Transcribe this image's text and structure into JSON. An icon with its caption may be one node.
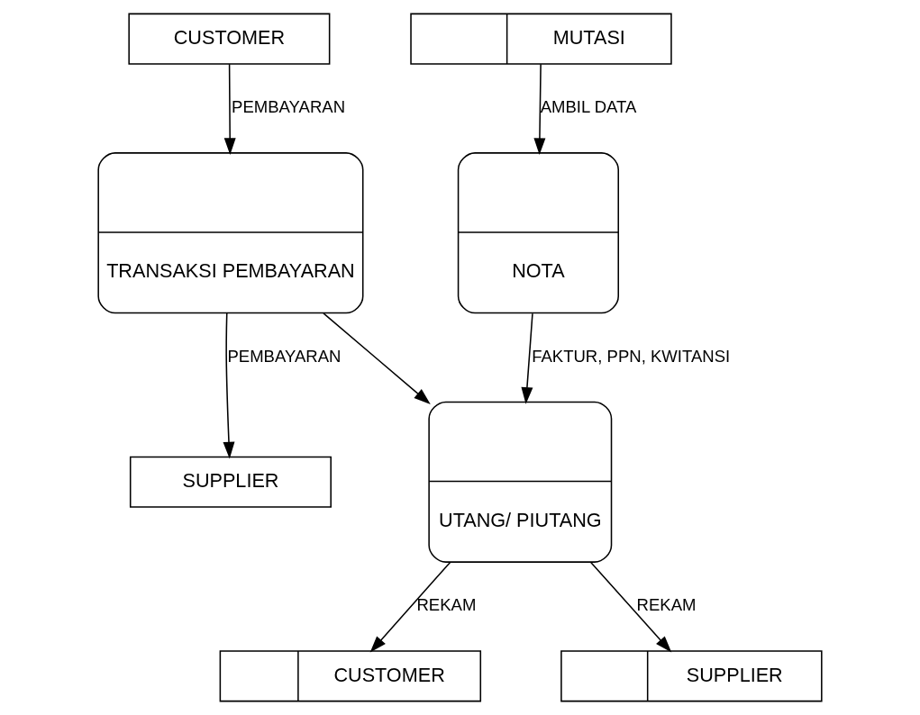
{
  "diagram": {
    "nodes": [
      {
        "text": [
          "CUSTOMER"
        ]
      },
      {
        "text": [
          "SUPPLIER"
        ]
      },
      {
        "text": [
          "TRANSAKSI PEMBAYARAN"
        ]
      },
      {
        "text": [
          "UTANG/ PIUTANG"
        ]
      },
      {
        "text": [
          "CUSTOMER"
        ]
      },
      {
        "text": [
          "SUPPLIER"
        ]
      },
      {
        "text": [
          "NOTA"
        ]
      },
      {
        "text": [
          "MUTASI"
        ]
      }
    ],
    "edges": [
      {
        "from": 0,
        "to": 2,
        "arrow": "to",
        "label": "PEMBAYARAN"
      },
      {
        "from": 2,
        "to": 1,
        "arrow": "to",
        "label": "PEMBAYARAN"
      },
      {
        "from": 2,
        "to": 3,
        "arrow": "to"
      },
      {
        "from": 3,
        "to": 4,
        "arrow": "to",
        "label": "REKAM"
      },
      {
        "from": 3,
        "to": 5,
        "arrow": "to",
        "label": "REKAM"
      },
      {
        "from": 6,
        "to": 3,
        "arrow": "to",
        "label": "FAKTUR, PPN, KWITANSI"
      },
      {
        "from": 7,
        "to": 6,
        "arrow": "to",
        "label": "AMBIL DATA"
      }
    ]
  }
}
